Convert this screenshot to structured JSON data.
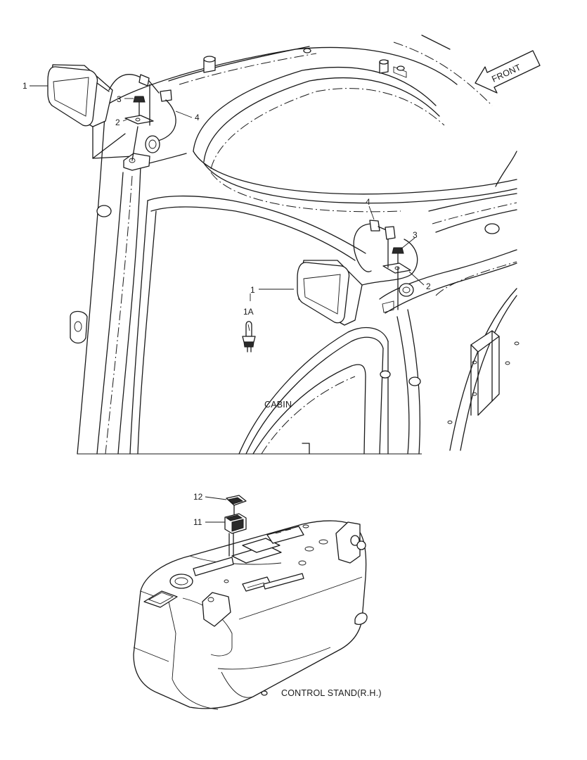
{
  "callouts": {
    "lamp_left": "1",
    "bolt_left": "3",
    "bracket_left": "2",
    "harness_left": "4",
    "harness_right": "4",
    "bolt_right": "3",
    "bracket_right": "2",
    "lamp_right": "1",
    "bulb": "1A",
    "cover": "12",
    "switch": "11"
  },
  "captions": {
    "front": "FRONT",
    "cabin": "CABIN",
    "control_stand": "CONTROL STAND(R.H.)"
  }
}
